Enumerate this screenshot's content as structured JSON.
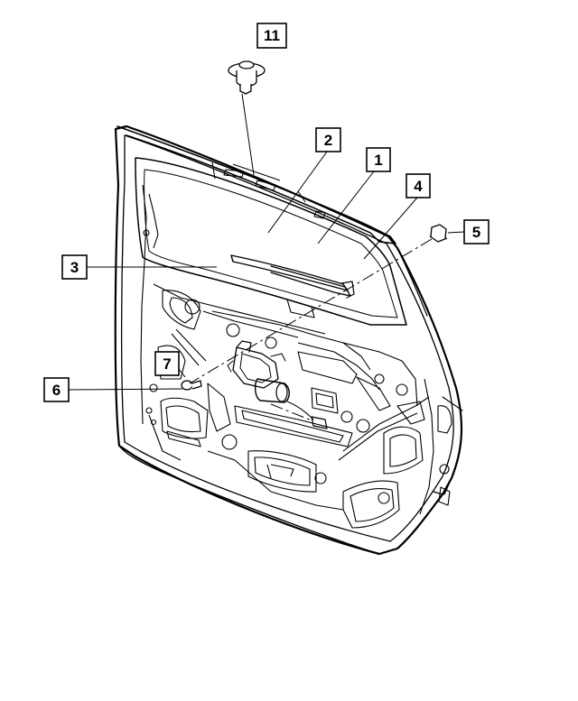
{
  "callouts": [
    {
      "id": "c1",
      "number": "1"
    },
    {
      "id": "c2",
      "number": "2"
    },
    {
      "id": "c3",
      "number": "3"
    },
    {
      "id": "c4",
      "number": "4"
    },
    {
      "id": "c5",
      "number": "5"
    },
    {
      "id": "c6",
      "number": "6"
    },
    {
      "id": "c7",
      "number": "7"
    },
    {
      "id": "c11",
      "number": "11"
    }
  ],
  "colors": {
    "line": "#000000",
    "background": "#ffffff",
    "callout_box": "#ffffff"
  }
}
